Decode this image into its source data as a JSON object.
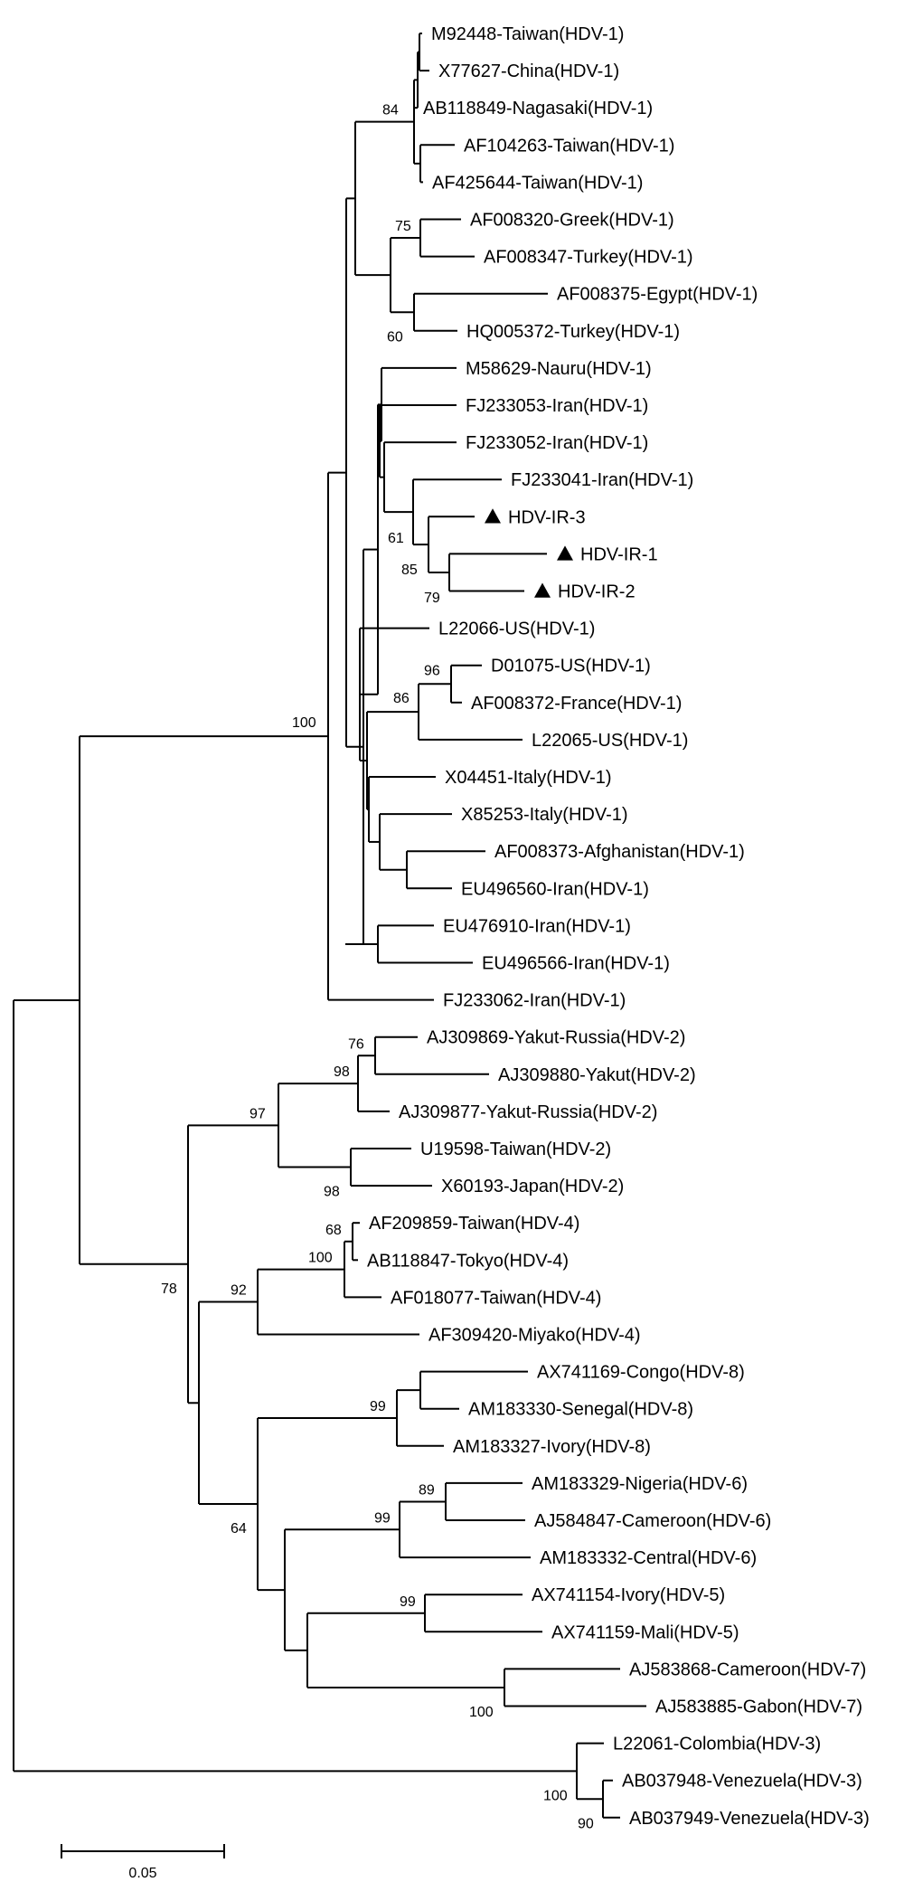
{
  "figure": {
    "leaves": [
      {
        "id": "l1",
        "label": "M92448-Taiwan(HDV-1)"
      },
      {
        "id": "l2",
        "label": "X77627-China(HDV-1)"
      },
      {
        "id": "l3",
        "label": "AB118849-Nagasaki(HDV-1)"
      },
      {
        "id": "l4",
        "label": "AF104263-Taiwan(HDV-1)"
      },
      {
        "id": "l5",
        "label": "AF425644-Taiwan(HDV-1)"
      },
      {
        "id": "l6",
        "label": "AF008320-Greek(HDV-1)"
      },
      {
        "id": "l7",
        "label": "AF008347-Turkey(HDV-1)"
      },
      {
        "id": "l8",
        "label": "AF008375-Egypt(HDV-1)"
      },
      {
        "id": "l9",
        "label": "HQ005372-Turkey(HDV-1)"
      },
      {
        "id": "l10",
        "label": "M58629-Nauru(HDV-1)"
      },
      {
        "id": "l11",
        "label": "FJ233053-Iran(HDV-1)"
      },
      {
        "id": "l12",
        "label": "FJ233052-Iran(HDV-1)"
      },
      {
        "id": "l13",
        "label": "FJ233041-Iran(HDV-1)"
      },
      {
        "id": "l14",
        "label": "HDV-IR-3",
        "marker": "triangle"
      },
      {
        "id": "l15",
        "label": "HDV-IR-1",
        "marker": "triangle"
      },
      {
        "id": "l16",
        "label": "HDV-IR-2",
        "marker": "triangle"
      },
      {
        "id": "l17",
        "label": "L22066-US(HDV-1)"
      },
      {
        "id": "l18",
        "label": "D01075-US(HDV-1)"
      },
      {
        "id": "l19",
        "label": "AF008372-France(HDV-1)"
      },
      {
        "id": "l20",
        "label": "L22065-US(HDV-1)"
      },
      {
        "id": "l21",
        "label": "X04451-Italy(HDV-1)"
      },
      {
        "id": "l22",
        "label": "X85253-Italy(HDV-1)"
      },
      {
        "id": "l23",
        "label": "AF008373-Afghanistan(HDV-1)"
      },
      {
        "id": "l24",
        "label": "EU496560-Iran(HDV-1)"
      },
      {
        "id": "l25",
        "label": "EU476910-Iran(HDV-1)"
      },
      {
        "id": "l26",
        "label": "EU496566-Iran(HDV-1)"
      },
      {
        "id": "l27",
        "label": "FJ233062-Iran(HDV-1)"
      },
      {
        "id": "l28",
        "label": "AJ309869-Yakut-Russia(HDV-2)"
      },
      {
        "id": "l29",
        "label": "AJ309880-Yakut(HDV-2)"
      },
      {
        "id": "l30",
        "label": "AJ309877-Yakut-Russia(HDV-2)"
      },
      {
        "id": "l31",
        "label": "U19598-Taiwan(HDV-2)"
      },
      {
        "id": "l32",
        "label": "X60193-Japan(HDV-2)"
      },
      {
        "id": "l33",
        "label": "AF209859-Taiwan(HDV-4)"
      },
      {
        "id": "l34",
        "label": "AB118847-Tokyo(HDV-4)"
      },
      {
        "id": "l35",
        "label": "AF018077-Taiwan(HDV-4)"
      },
      {
        "id": "l36",
        "label": "AF309420-Miyako(HDV-4)"
      },
      {
        "id": "l37",
        "label": "AX741169-Congo(HDV-8)"
      },
      {
        "id": "l38",
        "label": "AM183330-Senegal(HDV-8)"
      },
      {
        "id": "l39",
        "label": "AM183327-Ivory(HDV-8)"
      },
      {
        "id": "l40",
        "label": "AM183329-Nigeria(HDV-6)"
      },
      {
        "id": "l41",
        "label": "AJ584847-Cameroon(HDV-6)"
      },
      {
        "id": "l42",
        "label": "AM183332-Central(HDV-6)"
      },
      {
        "id": "l43",
        "label": "AX741154-Ivory(HDV-5)"
      },
      {
        "id": "l44",
        "label": "AX741159-Mali(HDV-5)"
      },
      {
        "id": "l45",
        "label": "AJ583868-Cameroon(HDV-7)"
      },
      {
        "id": "l46",
        "label": "AJ583885-Gabon(HDV-7)"
      },
      {
        "id": "l47",
        "label": "L22061-Colombia(HDV-3)"
      },
      {
        "id": "l48",
        "label": "AB037948-Venezuela(HDV-3)"
      },
      {
        "id": "l49",
        "label": "AB037949-Venezuela(HDV-3)"
      }
    ],
    "bootstrap_values": [
      {
        "id": "b1",
        "value": "84"
      },
      {
        "id": "b2",
        "value": "75"
      },
      {
        "id": "b3",
        "value": "60"
      },
      {
        "id": "b4",
        "value": "61"
      },
      {
        "id": "b5",
        "value": "85"
      },
      {
        "id": "b6",
        "value": "79"
      },
      {
        "id": "b7",
        "value": "96"
      },
      {
        "id": "b8",
        "value": "86"
      },
      {
        "id": "b9",
        "value": "100"
      },
      {
        "id": "b10",
        "value": "76"
      },
      {
        "id": "b11",
        "value": "98"
      },
      {
        "id": "b12",
        "value": "97"
      },
      {
        "id": "b13",
        "value": "98"
      },
      {
        "id": "b14",
        "value": "68"
      },
      {
        "id": "b15",
        "value": "100"
      },
      {
        "id": "b16",
        "value": "92"
      },
      {
        "id": "b17",
        "value": "78"
      },
      {
        "id": "b18",
        "value": "99"
      },
      {
        "id": "b19",
        "value": "89"
      },
      {
        "id": "b20",
        "value": "99"
      },
      {
        "id": "b21",
        "value": "64"
      },
      {
        "id": "b22",
        "value": "99"
      },
      {
        "id": "b23",
        "value": "100"
      },
      {
        "id": "b24",
        "value": "100"
      },
      {
        "id": "b25",
        "value": "90"
      }
    ],
    "scale_bar": {
      "label": "0.05"
    },
    "colors": {
      "line": "#000000",
      "text": "#000000",
      "background": "#ffffff"
    }
  }
}
